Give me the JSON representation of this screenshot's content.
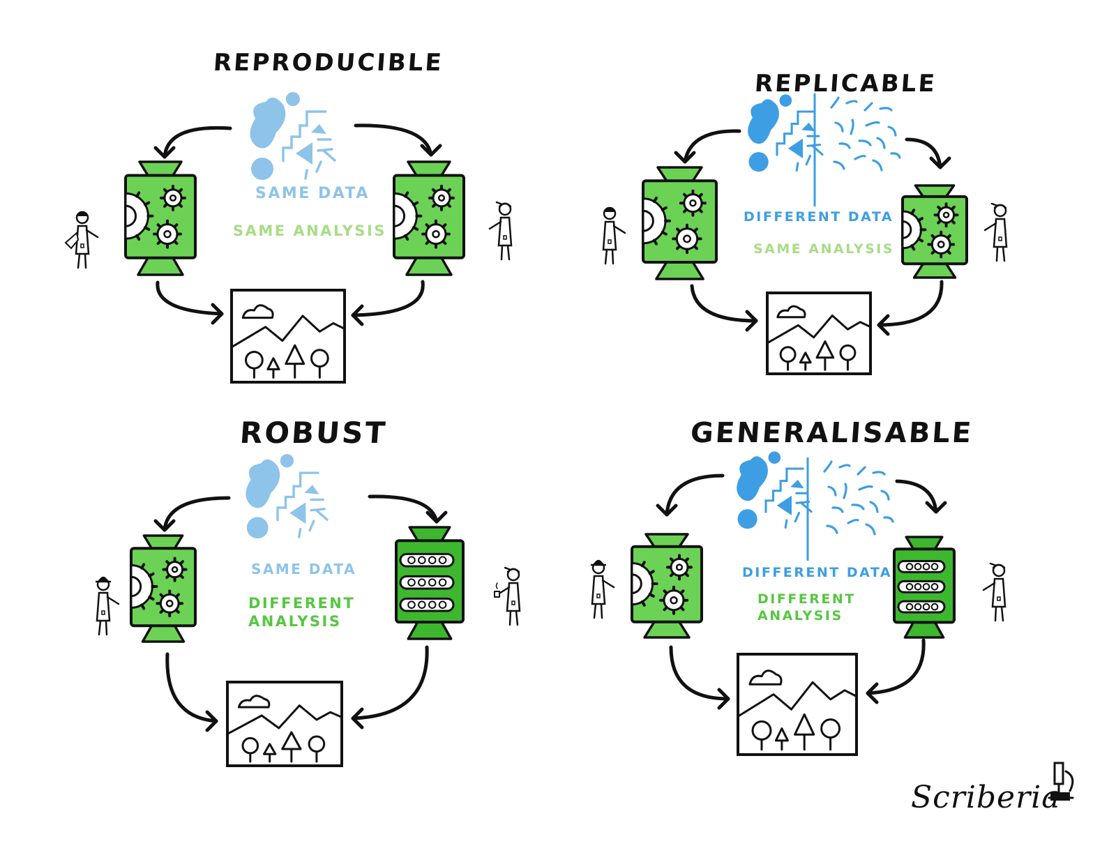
{
  "colors": {
    "ink": "#111111",
    "machine_green": "#6cd255",
    "machine_green_dark": "#3db82e",
    "data_blue_light": "#8ec3ea",
    "data_blue": "#3d9ee3",
    "analysis_green_light": "#a8dc86",
    "analysis_green": "#57c642"
  },
  "panels": [
    {
      "id": "reproducible",
      "title": "REPRODUCIBLE",
      "data_label": "SAME DATA",
      "analysis_label": "SAME ANALYSIS",
      "data_mode": "same",
      "analysis_mode": "same"
    },
    {
      "id": "replicable",
      "title": "REPLICABLE",
      "data_label": "DIFFERENT DATA",
      "analysis_label": "SAME ANALYSIS",
      "data_mode": "different",
      "analysis_mode": "same"
    },
    {
      "id": "robust",
      "title": "ROBUST",
      "data_label": "SAME DATA",
      "analysis_label": "DIFFERENT ANALYSIS",
      "data_mode": "same",
      "analysis_mode": "different"
    },
    {
      "id": "generalisable",
      "title": "GENERALISABLE",
      "data_label": "DIFFERENT DATA",
      "analysis_label": "DIFFERENT ANALYSIS",
      "data_mode": "different",
      "analysis_mode": "different"
    }
  ],
  "signature": "Scriberia",
  "icons": [
    "gear-machine-icon",
    "conveyor-machine-icon",
    "scientist-icon",
    "data-shapes-icon",
    "result-picture-icon",
    "arrow-icon",
    "microscope-icon"
  ]
}
